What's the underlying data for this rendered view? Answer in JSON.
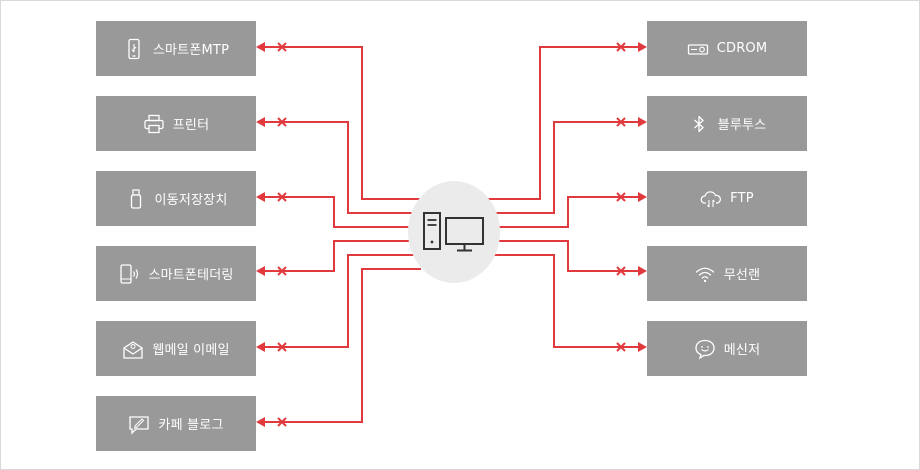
{
  "left_devices": [
    {
      "name": "smartphone-mtp",
      "label": "스마트폰MTP",
      "icon": "smartphone-usb-icon"
    },
    {
      "name": "printer",
      "label": "프린터",
      "icon": "printer-icon"
    },
    {
      "name": "removable-storage",
      "label": "이동저장장치",
      "icon": "usb-drive-icon"
    },
    {
      "name": "smartphone-tethering",
      "label": "스마트폰테더링",
      "icon": "phone-signal-icon"
    },
    {
      "name": "webmail",
      "label": "웹메일 이메일",
      "icon": "mail-at-icon"
    },
    {
      "name": "cafe-blog",
      "label": "카페 블로그",
      "icon": "pencil-note-icon"
    }
  ],
  "right_devices": [
    {
      "name": "cdrom",
      "label": "CDROM",
      "icon": "disc-drive-icon"
    },
    {
      "name": "bluetooth",
      "label": "블루투스",
      "icon": "bluetooth-icon"
    },
    {
      "name": "ftp",
      "label": "FTP",
      "icon": "cloud-transfer-icon"
    },
    {
      "name": "wireless-lan",
      "label": "무선랜",
      "icon": "wifi-icon"
    },
    {
      "name": "messenger",
      "label": "메신저",
      "icon": "chat-smile-icon"
    }
  ],
  "hub": {
    "icon": "desktop-computer-icon"
  },
  "colors": {
    "box": "#999999",
    "line": "#e03a3e",
    "hub": "#ebebeb",
    "text": "#ffffff"
  }
}
